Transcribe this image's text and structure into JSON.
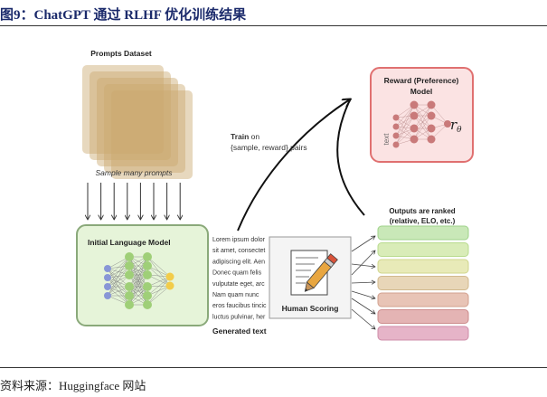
{
  "header": {
    "title": "图9：ChatGPT 通过 RLHF 优化训练结果"
  },
  "footer": {
    "source": "资料来源：Huggingface 网站"
  },
  "diagram": {
    "prompts_dataset": {
      "label": "Prompts Dataset",
      "color": "#c9a96e"
    },
    "sample_label": "Sample many prompts",
    "initial_model": {
      "label": "Initial Language Model",
      "fill": "#e6f4d9",
      "border": "#8aa97a"
    },
    "generated_text": {
      "lines": [
        "Lorem ipsum dolor",
        "sit amet, consectet",
        "adipiscing elit. Aen",
        "Donec quam felis",
        "vulputate eget, arc",
        "Nam quam nunc",
        "eros faucibus tincic",
        "luctus pulvinar, her"
      ],
      "label": "Generated text"
    },
    "human_scoring": {
      "label": "Human Scoring"
    },
    "train": {
      "bold": "Train",
      "rest": " on",
      "line2": "{sample, reward} pairs"
    },
    "reward_model": {
      "line1": "Reward (Preference)",
      "line2": "Model",
      "input_label": "text",
      "output_label": "r",
      "output_sub": "θ",
      "fill": "#fbe3e3",
      "border": "#e07070",
      "node_color": "#c97a7a"
    },
    "ranked": {
      "line1": "Outputs are ranked",
      "line2": "(relative, ELO, etc.)",
      "bars": [
        {
          "fill": "#c9e8b8",
          "border": "#9fd28a"
        },
        {
          "fill": "#d9ecb8",
          "border": "#b9db8e"
        },
        {
          "fill": "#e8eab8",
          "border": "#cfd58c"
        },
        {
          "fill": "#e8d6b8",
          "border": "#d2b98e"
        },
        {
          "fill": "#e8c4b6",
          "border": "#d2a08e"
        },
        {
          "fill": "#e4b4b4",
          "border": "#cc8b8b"
        },
        {
          "fill": "#e6b4c8",
          "border": "#cf8ca8"
        }
      ]
    }
  }
}
